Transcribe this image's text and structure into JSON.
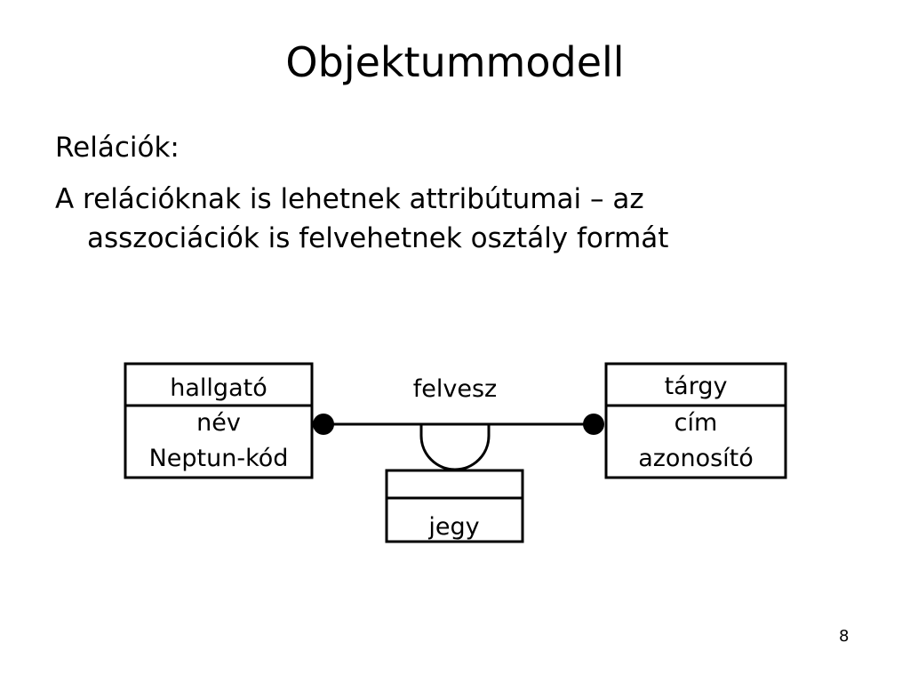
{
  "slide": {
    "title": "Objektummodell",
    "line1": "Relációk:",
    "line2a": "A relációknak  is lehetnek attribútumai – az",
    "line2b": "asszociációk is felvehetnek osztály formát",
    "page_number": "8"
  },
  "diagram": {
    "left_class": {
      "name": "hallgató",
      "attr1": "név",
      "attr2": "Neptun-kód"
    },
    "right_class": {
      "name": "tárgy",
      "attr1": "cím",
      "attr2": "azonosító"
    },
    "association_label": "felvesz",
    "assoc_class": {
      "name": "",
      "attr": "jegy"
    }
  }
}
